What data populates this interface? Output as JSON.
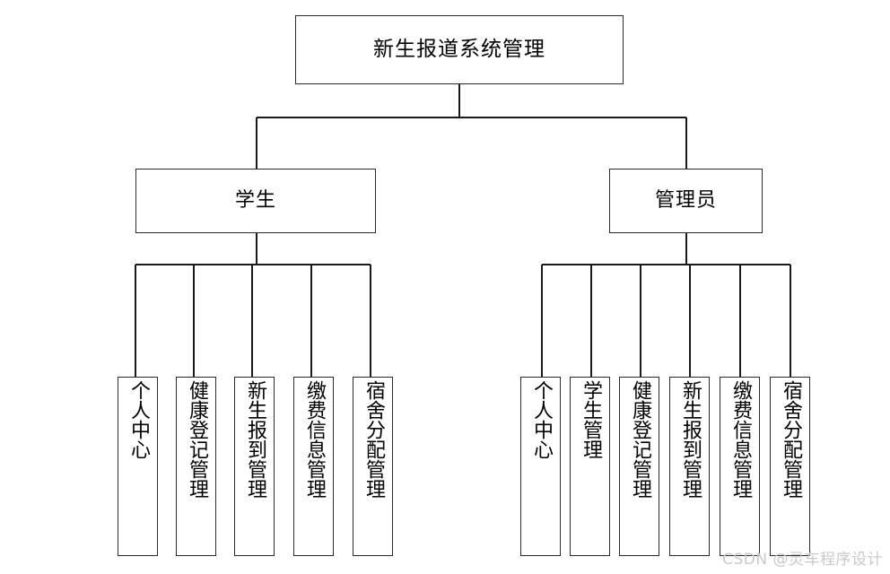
{
  "diagram": {
    "title": "新生报道系统管理",
    "type": "tree-hierarchy",
    "root": {
      "id": "root",
      "label": "新生报道系统管理"
    },
    "actors": [
      {
        "id": "student",
        "label": "学生"
      },
      {
        "id": "admin",
        "label": "管理员"
      }
    ],
    "student_functions": [
      {
        "id": "student-personal-center",
        "label": "个人中心"
      },
      {
        "id": "student-health-registration",
        "label": "健康登记管理"
      },
      {
        "id": "student-freshman-checkin",
        "label": "新生报到管理"
      },
      {
        "id": "student-payment-info",
        "label": "缴费信息管理"
      },
      {
        "id": "student-dorm-allocation",
        "label": "宿舍分配管理"
      }
    ],
    "admin_functions": [
      {
        "id": "admin-personal-center",
        "label": "个人中心"
      },
      {
        "id": "admin-student-management",
        "label": "学生管理"
      },
      {
        "id": "admin-health-registration",
        "label": "健康登记管理"
      },
      {
        "id": "admin-freshman-checkin",
        "label": "新生报到管理"
      },
      {
        "id": "admin-payment-info",
        "label": "缴费信息管理"
      },
      {
        "id": "admin-dorm-allocation",
        "label": "宿舍分配管理"
      }
    ],
    "colors": {
      "background": "#ffffff",
      "node_border": "#2b2b2b",
      "node_fill": "#ffffff",
      "edge": "#1a1a1a",
      "text": "#000000",
      "watermark": "#c9c9c9"
    }
  },
  "watermark": {
    "text": "CSDN @灵车程序设计"
  }
}
